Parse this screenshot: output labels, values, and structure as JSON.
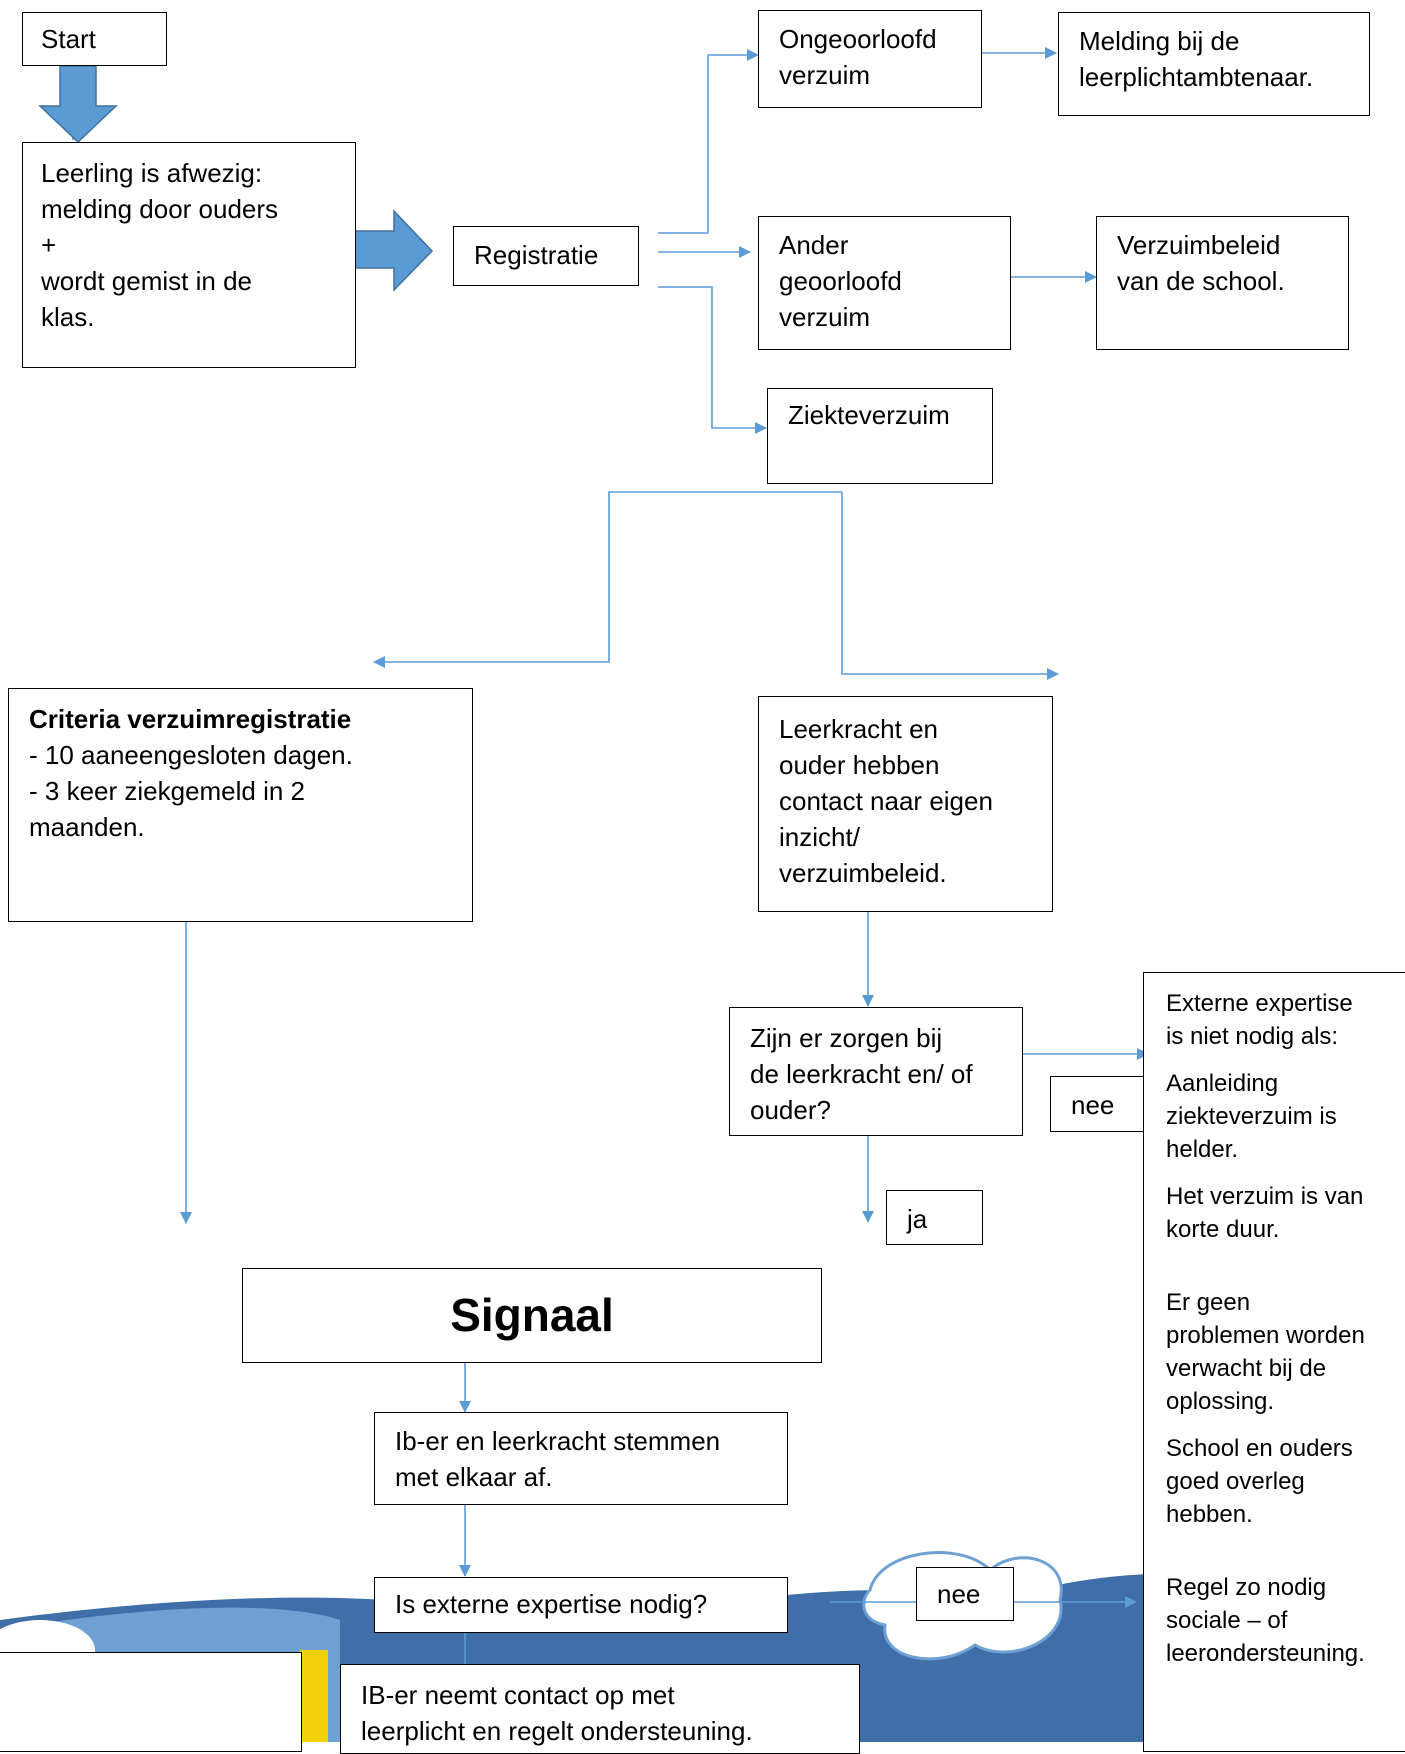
{
  "colors": {
    "connector": "#5b9bd5",
    "big_arrow_fill": "#5b9bd5",
    "big_arrow_stroke": "#41719c",
    "banner_blue": "#3f6ea8",
    "banner_light": "#6fa0d4",
    "banner_yellow": "#f4d20b"
  },
  "nodes": {
    "start": {
      "label": "Start"
    },
    "afwezig": {
      "lines": [
        "Leerling is afwezig:",
        "melding door ouders",
        "+",
        "wordt gemist in de",
        "klas."
      ]
    },
    "registratie": {
      "label": "Registratie"
    },
    "ongeoorloofd": {
      "lines": [
        "Ongeoorloofd",
        "verzuim"
      ]
    },
    "melding": {
      "lines": [
        "Melding bij de",
        "leerplichtambtenaar."
      ]
    },
    "ander": {
      "lines": [
        "Ander",
        "geoorloofd",
        "verzuim"
      ]
    },
    "verzuimbeleid": {
      "lines": [
        "Verzuimbeleid",
        "van de school."
      ]
    },
    "ziekteverzuim": {
      "label": "Ziekteverzuim"
    },
    "criteria": {
      "title": "Criteria verzuimregistratie",
      "lines": [
        "- 10 aaneengesloten dagen.",
        "- 3 keer ziekgemeld in 2",
        "maanden."
      ]
    },
    "contact": {
      "lines": [
        "Leerkracht en",
        "ouder hebben",
        "contact naar eigen",
        "inzicht/",
        "verzuimbeleid."
      ]
    },
    "zorgen": {
      "lines": [
        "Zijn er zorgen bij",
        "de leerkracht en/ of",
        "ouder?"
      ]
    },
    "nee1": {
      "label": "nee"
    },
    "ja": {
      "label": "ja"
    },
    "signaal": {
      "label": "Signaal"
    },
    "afstemmen": {
      "lines": [
        "Ib-er en leerkracht stemmen",
        "met elkaar af."
      ]
    },
    "extern_vraag": {
      "label": "Is externe expertise nodig?"
    },
    "nee2": {
      "label": "nee"
    },
    "ib_contact": {
      "lines": [
        "IB-er neemt contact op met",
        "leerplicht en regelt ondersteuning."
      ]
    },
    "extern_info": {
      "intro": [
        "Externe expertise",
        "is niet nodig als:"
      ],
      "p1": [
        "Aanleiding",
        "ziekteverzuim is",
        "helder."
      ],
      "p2": [
        "Het verzuim is van",
        "korte duur."
      ],
      "p3": [
        "Er geen",
        "problemen worden",
        "verwacht bij de",
        "oplossing."
      ],
      "p4": [
        "School en ouders",
        "goed overleg",
        "hebben."
      ],
      "p5": [
        "Regel zo nodig",
        "sociale – of",
        "leerondersteuning."
      ]
    }
  }
}
